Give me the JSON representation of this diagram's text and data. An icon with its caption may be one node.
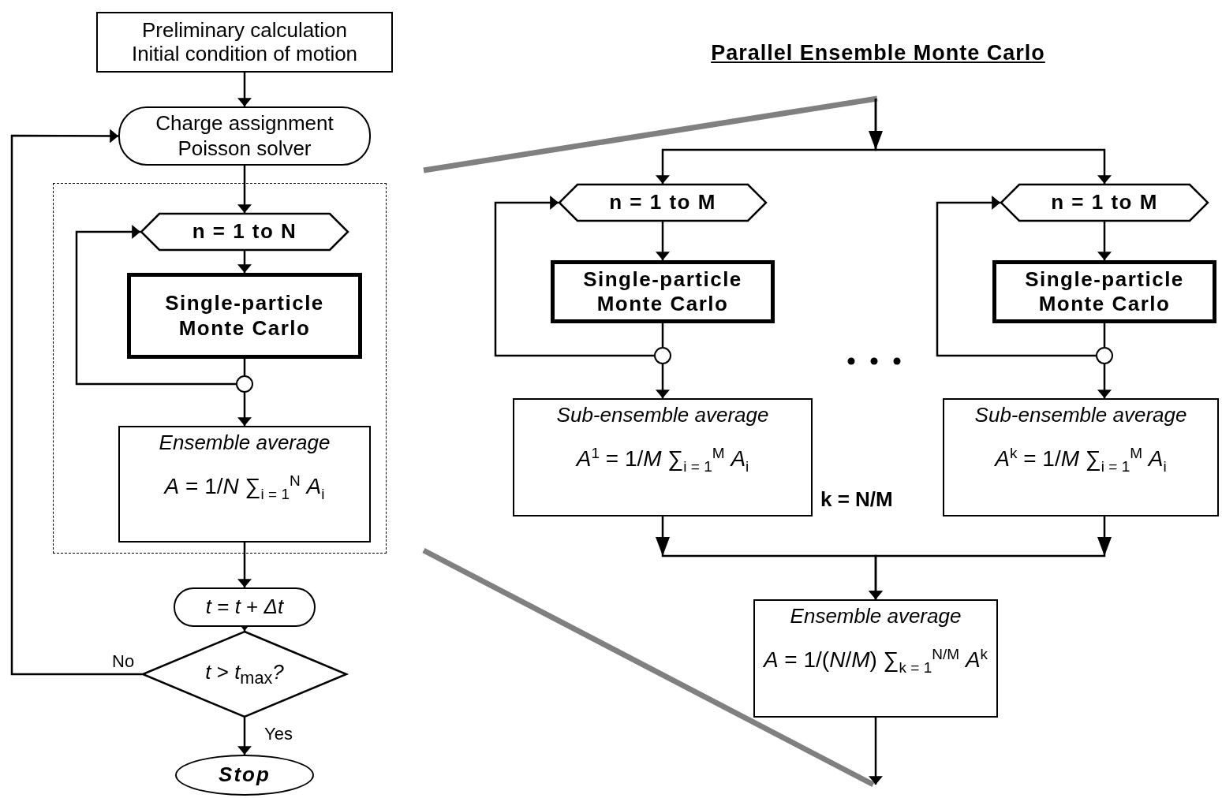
{
  "diagram": {
    "title": "Parallel Ensemble Monte Carlo",
    "nodes": [
      {
        "text": [
          "Preliminary calculation",
          "Initial condition of motion"
        ]
      },
      {
        "text": [
          "Charge assignment",
          "Poisson solver"
        ]
      },
      {
        "text": [],
        "shape": "box"
      },
      {
        "text": [
          "n = 1 to N"
        ],
        "in": 2
      },
      {
        "text": [
          "Single-particle Monte Carlo"
        ],
        "in": 2
      },
      {
        "text": [],
        "shape": "circle",
        "in": 2
      },
      {
        "text": [
          "Ensemble average",
          "*A* = 1/*N* ∑$_{i = 1}$$^{N}$ *A*$_{i}$"
        ],
        "in": 2
      },
      {
        "text": [
          "*t* = *t* + *Δt*"
        ]
      },
      {
        "text": [
          "*t* > *t*$_{max}$*?*"
        ]
      },
      {
        "text": [
          "Stop"
        ]
      },
      {
        "text": [
          "n = 1 to M"
        ]
      },
      {
        "text": [
          "Single-particle Monte Carlo"
        ]
      },
      {
        "text": [],
        "shape": "circle"
      },
      {
        "text": [
          "Sub-ensemble average",
          "*A*$^{1}$ = 1/*M* ∑$_{i = 1}$$^{M}$ *A*$_{i}$"
        ]
      },
      {
        "text": [
          "n = 1 to M"
        ]
      },
      {
        "text": [
          "Single-particle Monte Carlo"
        ]
      },
      {
        "text": [],
        "shape": "circle"
      },
      {
        "text": [
          "Sub-ensemble average",
          "*A*$^{k}$ = 1/*M* ∑$_{i = 1}$$^{M}$ *A*$_{i}$"
        ]
      },
      {
        "text": [
          "Ensemble average",
          "*A* = 1/(*N*/*M*) ∑$_{k = 1}$$^{N/M}$ *A*$^{k}$"
        ]
      }
    ],
    "edges": [
      {
        "from": 0,
        "to": 1,
        "arrow": "to"
      },
      {
        "from": 1,
        "to": 3,
        "arrow": "to"
      },
      {
        "from": 3,
        "to": 4,
        "arrow": "to"
      },
      {
        "from": 4,
        "to": 5,
        "arrow": "none"
      },
      {
        "from": 5,
        "to": 3,
        "arrow": "to"
      },
      {
        "from": 5,
        "to": 6,
        "arrow": "to"
      },
      {
        "from": 6,
        "to": 7,
        "arrow": "to"
      },
      {
        "from": 7,
        "to": 8,
        "arrow": "to"
      },
      {
        "from": 8,
        "to": 1,
        "arrow": "to",
        "label": "No"
      },
      {
        "from": 8,
        "to": 9,
        "arrow": "to",
        "label": "Yes"
      },
      {
        "from": null,
        "to": 10,
        "arrow": "to"
      },
      {
        "from": null,
        "to": 14,
        "arrow": "to"
      },
      {
        "from": 10,
        "to": 11,
        "arrow": "to"
      },
      {
        "from": 11,
        "to": 12,
        "arrow": "none"
      },
      {
        "from": 12,
        "to": 10,
        "arrow": "to"
      },
      {
        "from": 12,
        "to": 13,
        "arrow": "to"
      },
      {
        "from": 14,
        "to": 15,
        "arrow": "to"
      },
      {
        "from": 15,
        "to": 16,
        "arrow": "none"
      },
      {
        "from": 16,
        "to": 14,
        "arrow": "to"
      },
      {
        "from": 16,
        "to": 17,
        "arrow": "to"
      },
      {
        "from": 13,
        "to": 18,
        "arrow": "to"
      },
      {
        "from": 17,
        "to": 18,
        "arrow": "to"
      },
      {
        "from": 18,
        "to": null,
        "arrow": "to"
      }
    ],
    "labels": [
      "k = N/M"
    ]
  }
}
